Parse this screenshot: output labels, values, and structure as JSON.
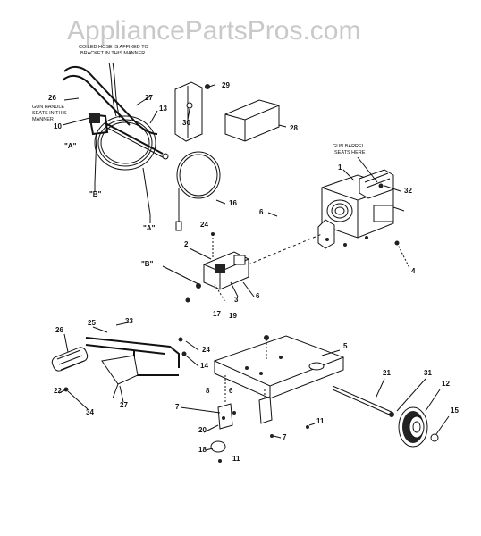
{
  "watermark": "AppliancePartsPros.com",
  "notes": {
    "hose_note_1": "COILED HOSE IS AFFIXED TO",
    "hose_note_2": "BRACKET IN THIS MANNER",
    "gun_handle_1": "GUN HANDLE",
    "gun_handle_2": "SEATS IN THIS",
    "gun_handle_3": "MANNER",
    "gun_barrel_1": "GUN BARREL",
    "gun_barrel_2": "SEATS HERE"
  },
  "callouts": {
    "c1": "1",
    "c2": "2",
    "c3": "3",
    "c4": "4",
    "c5": "5",
    "c6a": "6",
    "c6b": "6",
    "c7a": "7",
    "c7b": "7",
    "c8": "8",
    "c10": "10",
    "c11a": "11",
    "c11b": "11",
    "c12": "12",
    "c13": "13",
    "c14": "14",
    "c15": "15",
    "c16": "16",
    "c17": "17",
    "c18": "18",
    "c19": "19",
    "c20": "20",
    "c21": "21",
    "c22": "22",
    "c24a": "24",
    "c24b": "24",
    "c25": "25",
    "c26a": "26",
    "c26b": "26",
    "c27a": "27",
    "c27b": "27",
    "c28": "28",
    "c29": "29",
    "c30": "30",
    "c31": "31",
    "c32": "32",
    "c33": "33",
    "c34": "34",
    "c6c": "6"
  },
  "markers": {
    "a1": "\"A\"",
    "a2": "\"A\"",
    "b1": "\"B\"",
    "b2": "\"B\""
  }
}
